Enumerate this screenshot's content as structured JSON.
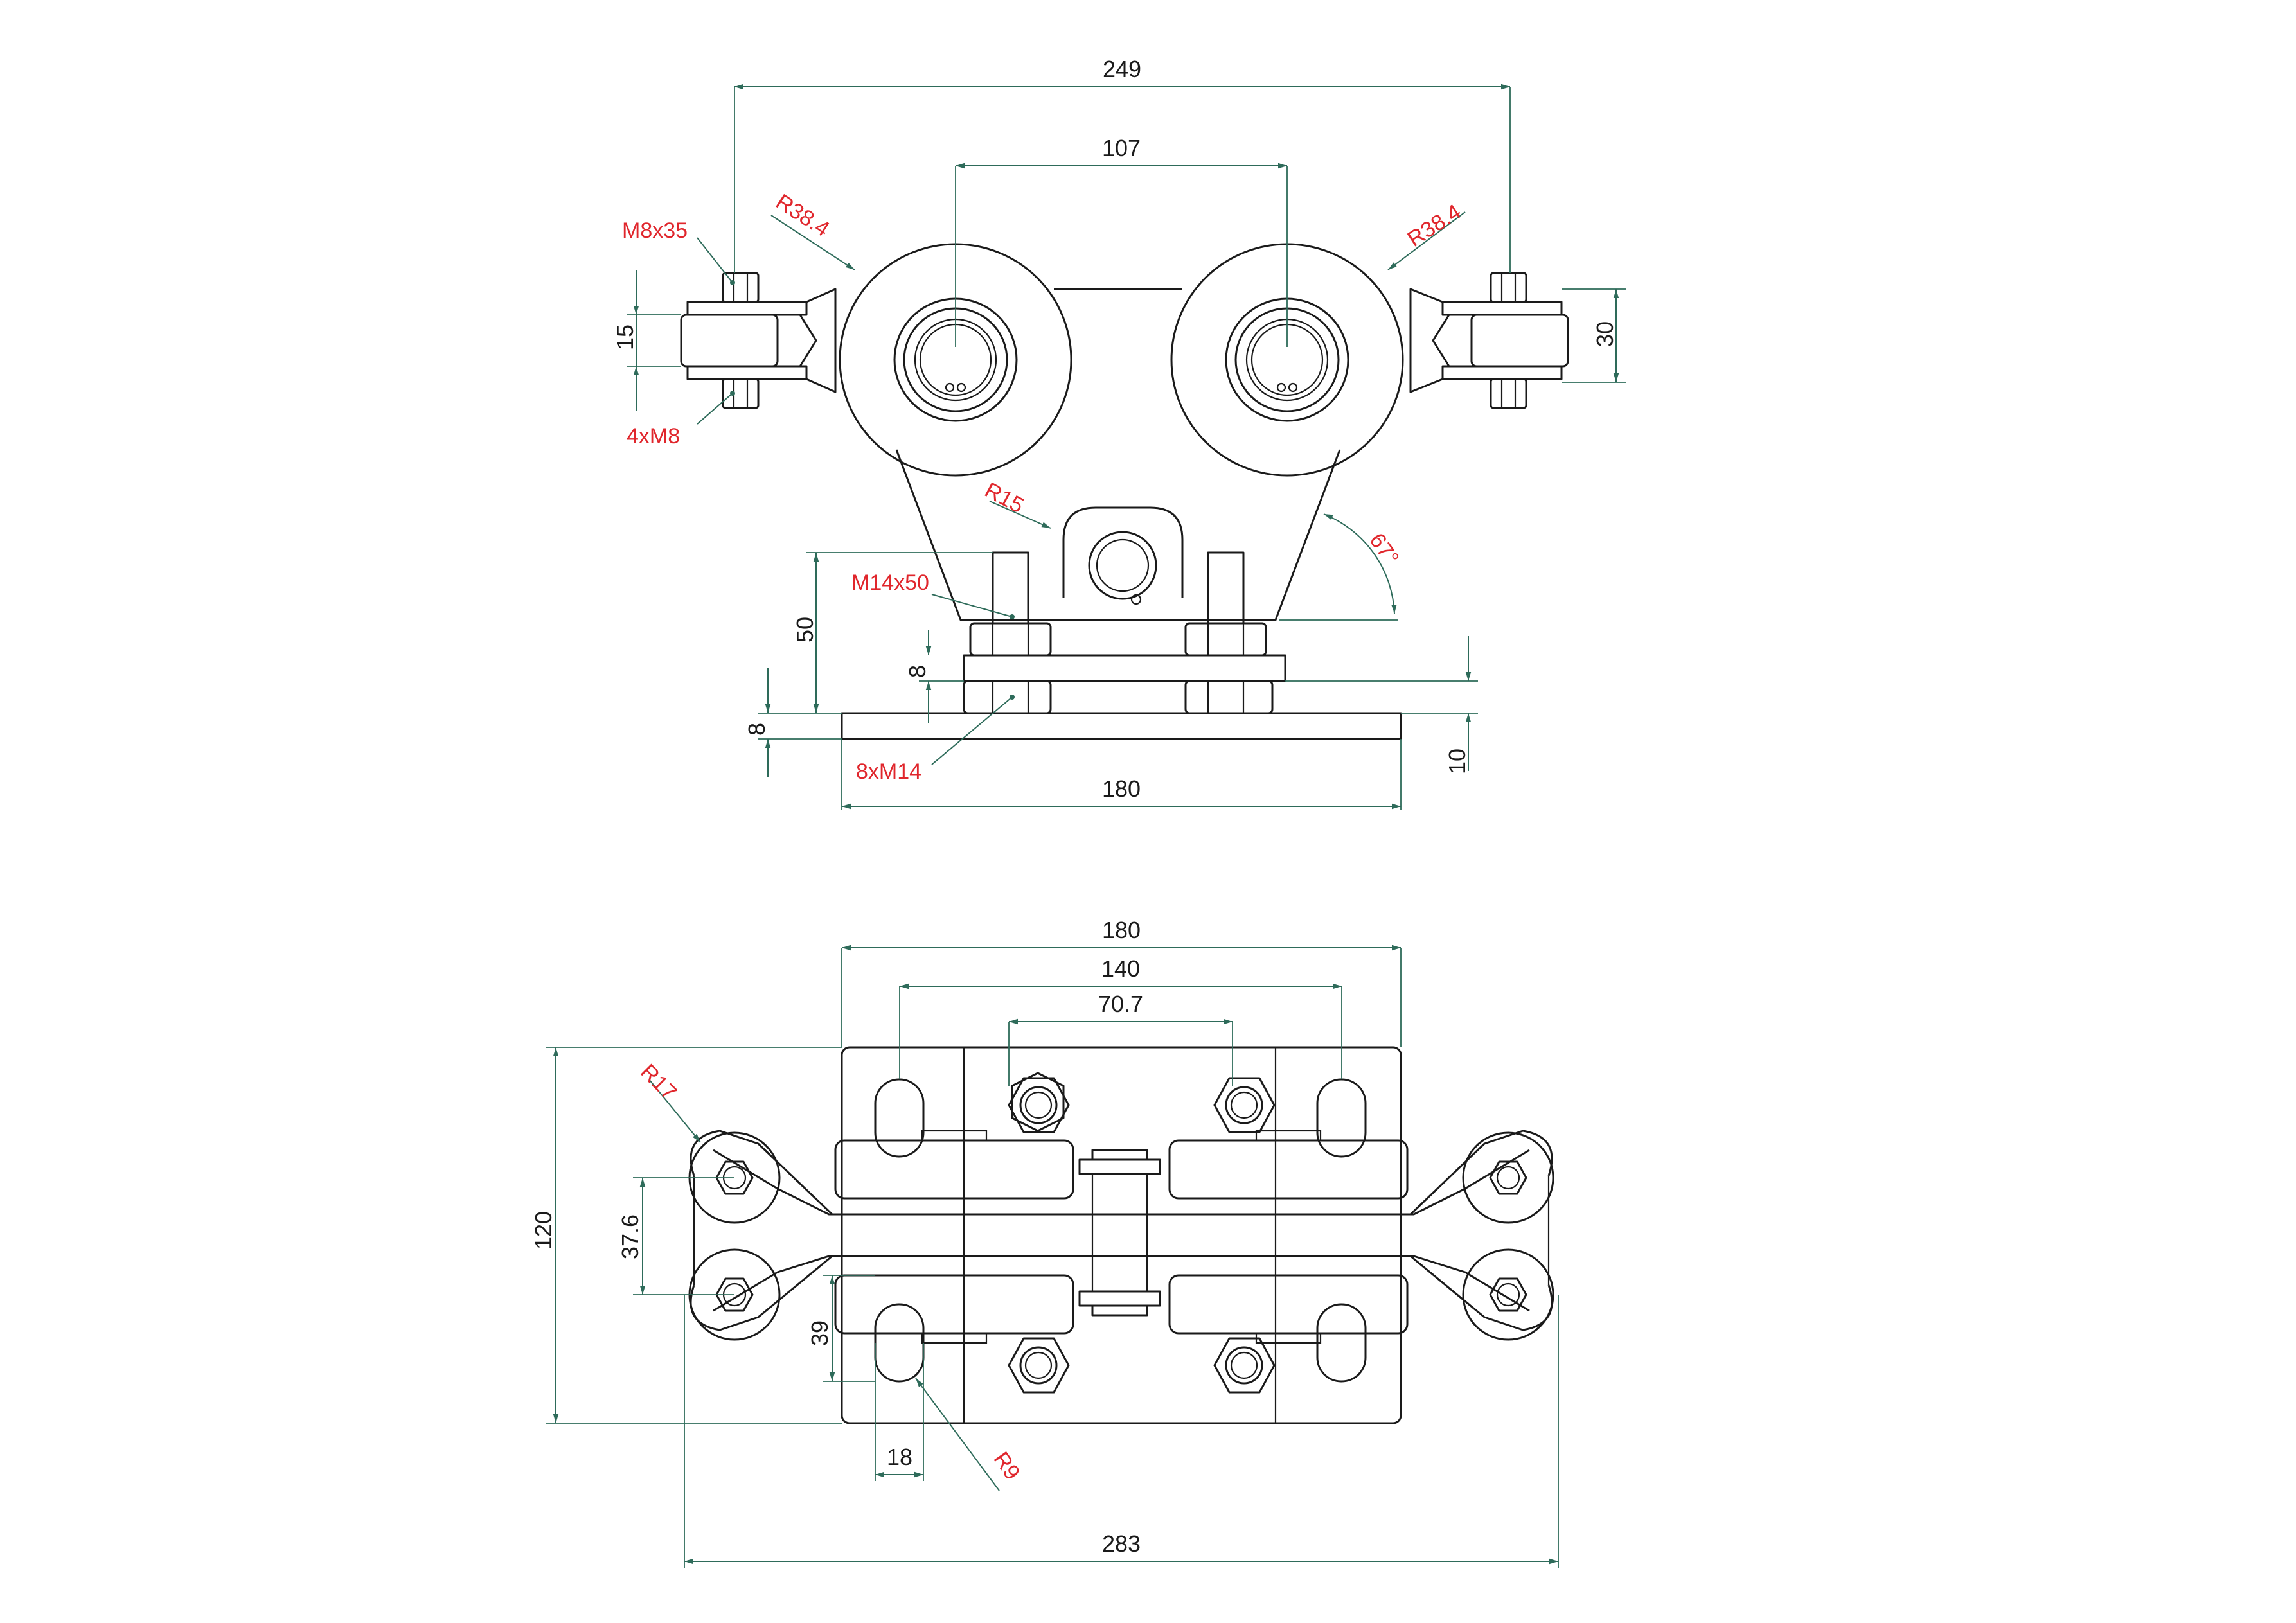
{
  "front_view": {
    "overall_width": "249",
    "wheel_spacing": "107",
    "radius_left": "R38.4",
    "radius_right": "R38.4",
    "bolt_side": "M8x35",
    "guide_height": "15",
    "nuts_side": "4xM8",
    "guide_height_right": "30",
    "eye_radius": "R15",
    "angle": "67°",
    "stud": "M14x50",
    "stud_height": "50",
    "plate_gap": "8",
    "base_gap": "8",
    "nuts_base": "8xM14",
    "plate_thickness": "10",
    "base_width": "180"
  },
  "top_view": {
    "plate_width": "180",
    "slot_spacing": "140",
    "stud_spacing": "70.7",
    "guide_radius": "R17",
    "overall_depth": "120",
    "guide_spacing": "37.6",
    "slot_height": "39",
    "slot_width": "18",
    "slot_radius": "R9",
    "overall_length": "283"
  }
}
